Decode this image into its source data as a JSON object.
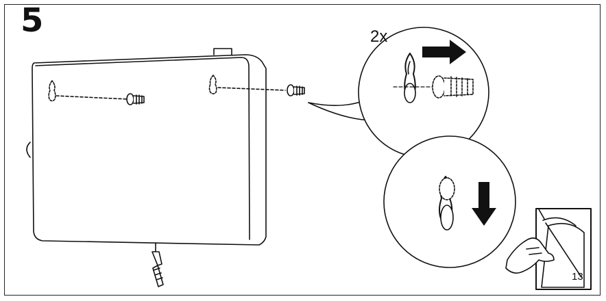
{
  "step": {
    "number": "5"
  },
  "callout": {
    "quantity": "2x"
  },
  "page": {
    "number": "13"
  }
}
